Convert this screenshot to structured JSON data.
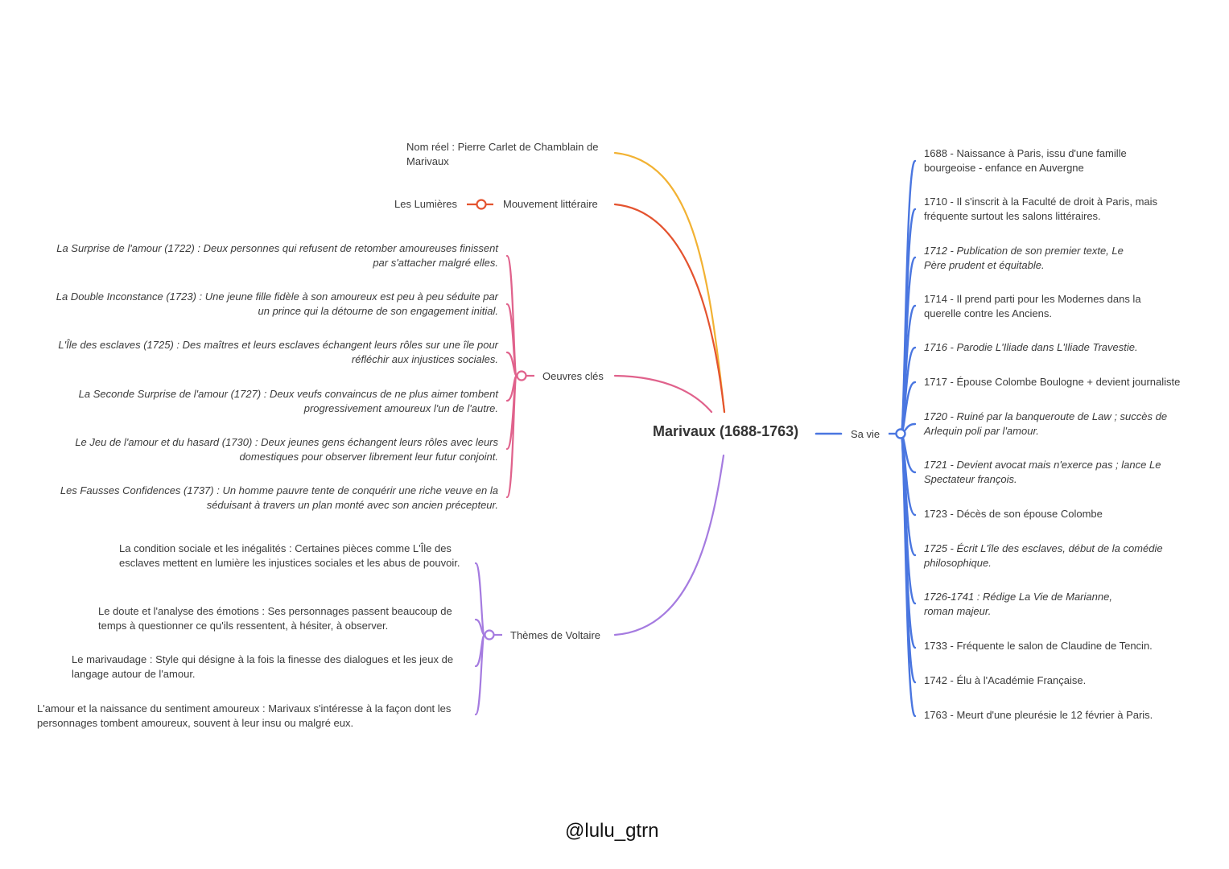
{
  "center": "Marivaux (1688-1763)",
  "footer": "@lulu_gtrn",
  "colors": {
    "yellow": "#F2B233",
    "red": "#E4532F",
    "pink": "#E0628C",
    "purple": "#A57BE0",
    "blue": "#4A76E0"
  },
  "left": {
    "nom_reel": "Nom réel : Pierre Carlet de Chamblain de Marivaux",
    "mouvement": {
      "label": "Mouvement littéraire",
      "child": "Les Lumières"
    },
    "oeuvres": {
      "label": "Oeuvres clés",
      "items": [
        "La Surprise de l'amour (1722) : Deux personnes qui refusent de retomber amoureuses finissent par s'attacher malgré elles.",
        "La Double Inconstance (1723) : Une jeune fille fidèle à son amoureux est peu à peu séduite par un prince qui la détourne de son engagement initial.",
        "L'Île des esclaves (1725) : Des maîtres et leurs esclaves échangent leurs rôles sur une île pour réfléchir aux injustices sociales.",
        "La Seconde Surprise de l'amour (1727) : Deux veufs convaincus de ne plus aimer tombent progressivement amoureux l'un de l'autre.",
        "Le Jeu de l'amour et du hasard (1730) : Deux jeunes gens échangent leurs rôles avec leurs domestiques pour observer librement leur futur conjoint.",
        "Les Fausses Confidences (1737) : Un homme pauvre tente de conquérir une riche veuve en la séduisant à travers un plan monté avec son ancien précepteur."
      ]
    },
    "themes": {
      "label": "Thèmes de Voltaire",
      "items": [
        "La condition sociale et les inégalités : Certaines pièces comme L'Île des esclaves mettent en lumière les injustices sociales et les abus de pouvoir.",
        "Le doute et l'analyse des émotions : Ses personnages passent beaucoup de temps à questionner ce qu'ils ressentent, à hésiter, à observer.",
        "Le marivaudage : Style qui désigne à la fois la finesse des dialogues et les jeux de langage autour de l'amour.",
        "L'amour et la naissance du sentiment amoureux : Marivaux s'intéresse à la façon dont les personnages tombent amoureux, souvent à leur insu ou malgré eux."
      ]
    }
  },
  "right": {
    "label": "Sa vie",
    "items": [
      "1688 - Naissance à Paris, issu d'une famille bourgeoise - enfance en Auvergne",
      "1710 - Il s'inscrit à la Faculté de droit à Paris, mais fréquente surtout les salons littéraires.",
      "1712 - Publication de son premier texte, Le Père prudent et équitable.",
      "1714 - Il prend parti pour les Modernes dans la querelle contre les Anciens.",
      "1716 - Parodie L'Iliade dans L'Iliade Travestie.",
      "1717 - Épouse Colombe Boulogne + devient journaliste",
      "1720 - Ruiné par la banqueroute de Law ; succès de Arlequin poli par l'amour.",
      "1721 - Devient avocat mais n'exerce pas ; lance Le Spectateur françois.",
      "1723 - Décès de son épouse Colombe",
      "1725 - Écrit L'île des esclaves, début de la comédie philosophique.",
      "1726-1741 : Rédige La Vie de Marianne, roman majeur.",
      "1733 - Fréquente le salon de Claudine de Tencin.",
      "1742 - Élu à l'Académie Française.",
      "1763 - Meurt d'une pleurésie le 12 février à Paris."
    ]
  }
}
